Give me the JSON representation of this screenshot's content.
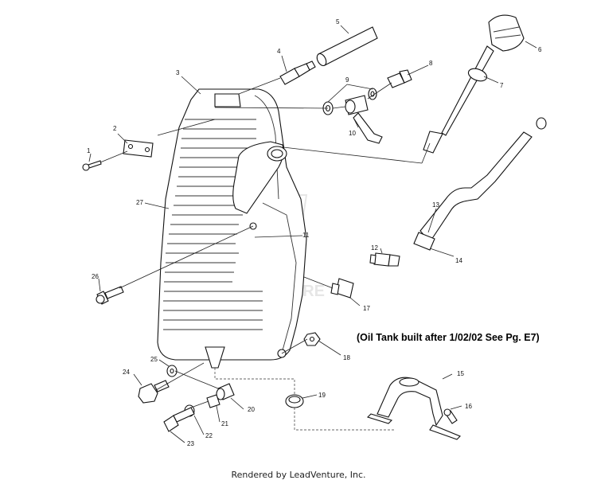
{
  "callouts": [
    "1",
    "2",
    "3",
    "4",
    "5",
    "6",
    "7",
    "8",
    "9",
    "10",
    "11",
    "12",
    "13",
    "14",
    "15",
    "16",
    "17",
    "18",
    "19",
    "20",
    "21",
    "22",
    "23",
    "24",
    "25",
    "26",
    "27"
  ],
  "note": "(Oil Tank built after 1/02/02 See Pg. E7)",
  "footer": "Rendered by LeadVenture, Inc.",
  "watermark": "LEADVENTURE"
}
